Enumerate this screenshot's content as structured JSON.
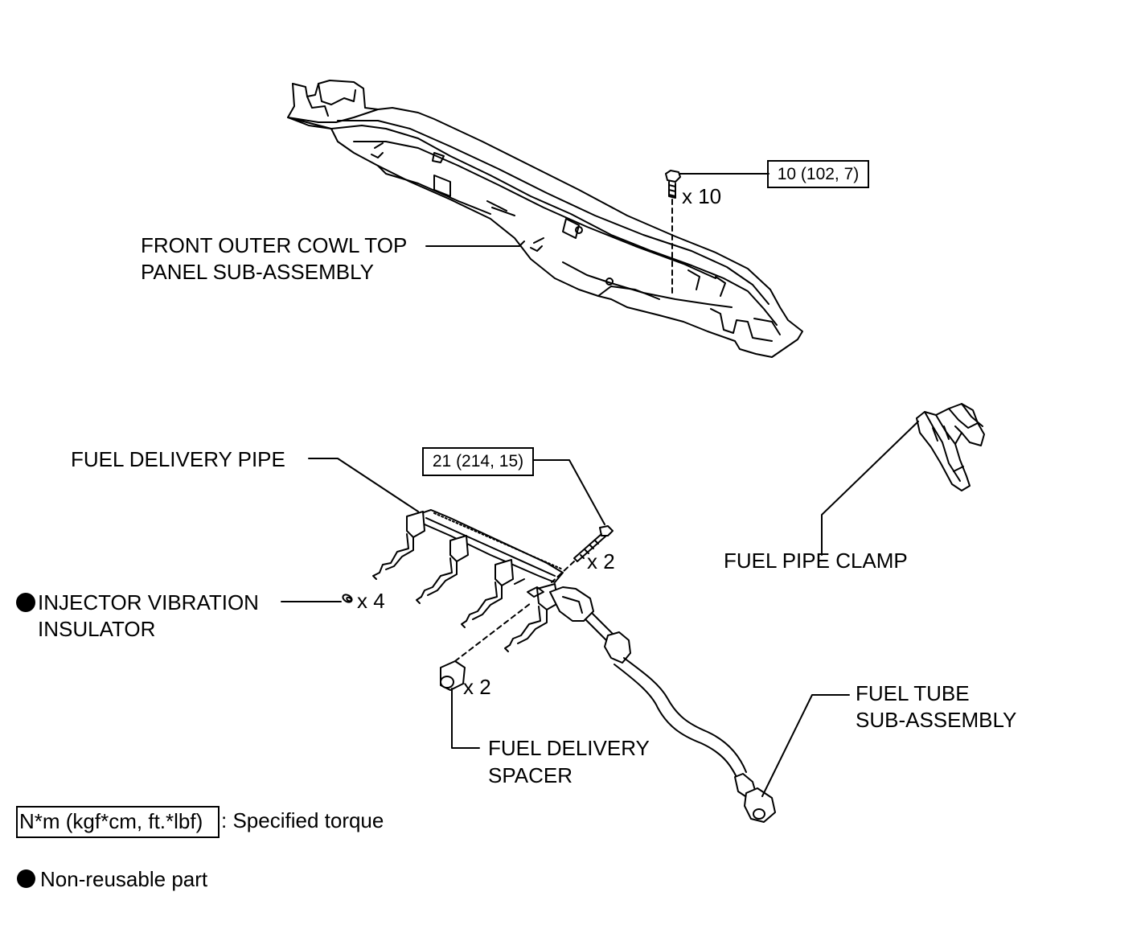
{
  "labels": {
    "cowl_line1": "FRONT OUTER COWL TOP",
    "cowl_line2": "PANEL SUB-ASSEMBLY",
    "cowl_qty": "x 10",
    "cowl_torque": "10 (102, 7)",
    "delivery_pipe": "FUEL DELIVERY PIPE",
    "pipe_torque": "21 (214, 15)",
    "bolt_qty": "x 2",
    "clamp": "FUEL PIPE CLAMP",
    "insulator_line1": "INJECTOR VIBRATION",
    "insulator_line2": "INSULATOR",
    "insulator_qty": "x 4",
    "spacer_qty": "x 2",
    "spacer_line1": "FUEL DELIVERY",
    "spacer_line2": "SPACER",
    "tube_line1": "FUEL TUBE",
    "tube_line2": "SUB-ASSEMBLY"
  },
  "legend": {
    "torque_unit": "N*m (kgf*cm, ft.*lbf)",
    "torque_desc": ": Specified torque",
    "nonreusable_desc": "Non-reusable part"
  }
}
